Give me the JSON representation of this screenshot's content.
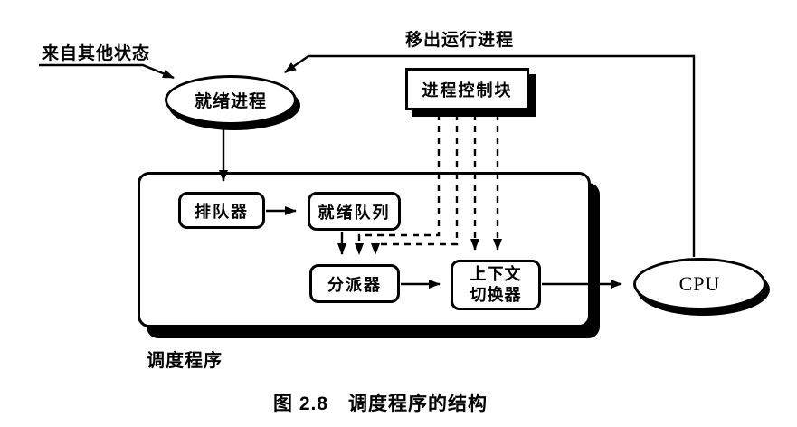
{
  "figure": {
    "caption": "图 2.8　调度程序的结构"
  },
  "annotations": {
    "from_other_states": "来自其他状态",
    "move_out_running_process": "移出运行进程",
    "scheduler_label": "调度程序"
  },
  "nodes": {
    "ready_process": {
      "label": "就绪进程"
    },
    "process_control_block": {
      "label": "进程控制块"
    },
    "queuer": {
      "label": "排队器"
    },
    "ready_queue": {
      "label": "就绪队列"
    },
    "dispatcher": {
      "label": "分派器"
    },
    "context_switcher": {
      "line1": "上下文",
      "line2": "切换器"
    },
    "cpu": {
      "label": "CPU"
    }
  },
  "colors": {
    "ink": "#000000",
    "background": "#ffffff"
  }
}
